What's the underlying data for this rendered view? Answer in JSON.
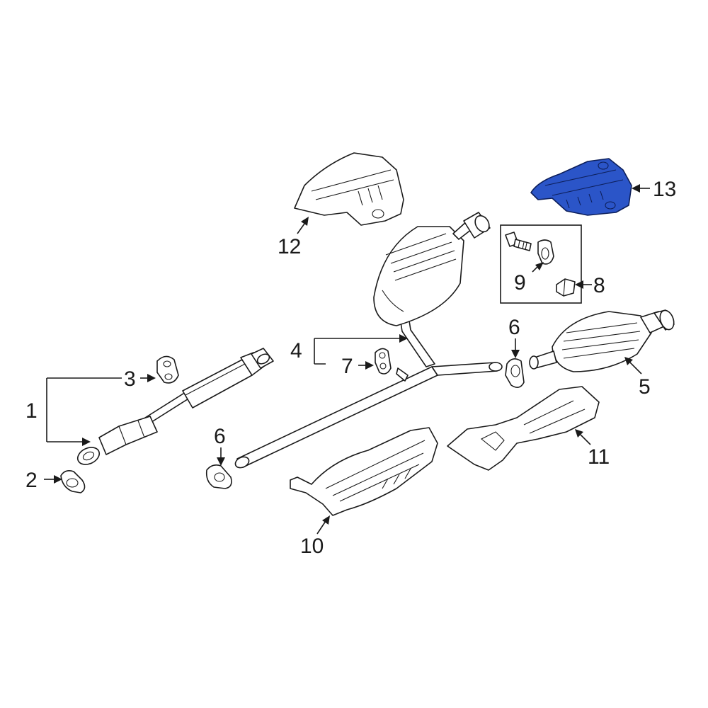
{
  "diagram": {
    "highlight_color": "#2b55c8",
    "callouts": {
      "c1": "1",
      "c2": "2",
      "c3": "3",
      "c4": "4",
      "c5": "5",
      "c6a": "6",
      "c6b": "6",
      "c7": "7",
      "c8": "8",
      "c9": "9",
      "c10": "10",
      "c11": "11",
      "c12": "12",
      "c13": "13"
    }
  }
}
